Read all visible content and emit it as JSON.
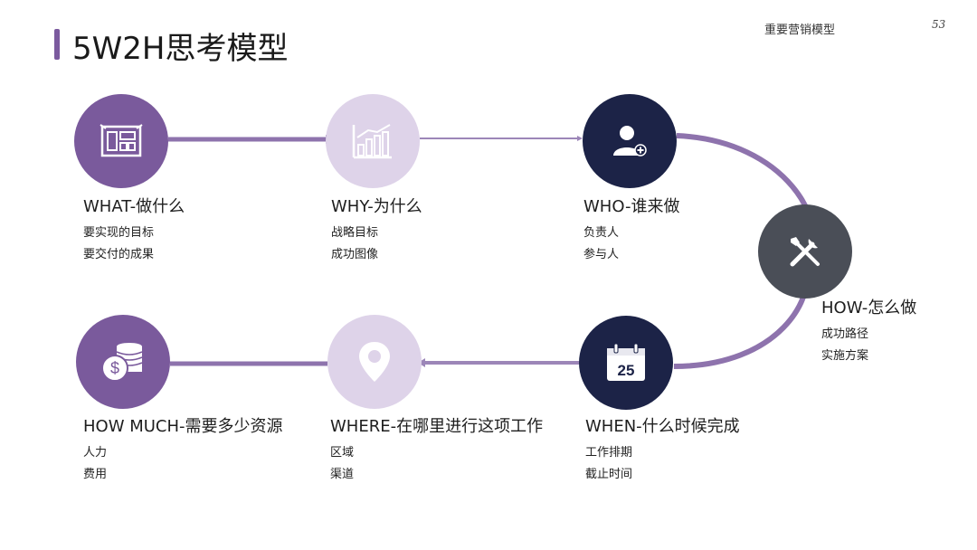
{
  "slide": {
    "title": "5W2H思考模型",
    "section": "重要营销模型",
    "page_number": "53"
  },
  "steps": [
    {
      "id": "what",
      "heading": "WHAT-做什么",
      "lines": [
        "要实现的目标",
        "要交付的成果"
      ],
      "icon": "blueprint-icon",
      "color": "#7a5a9c"
    },
    {
      "id": "why",
      "heading": "WHY-为什么",
      "lines": [
        "战略目标",
        "成功图像"
      ],
      "icon": "growth-chart-icon",
      "color": "#d9cde6"
    },
    {
      "id": "who",
      "heading": "WHO-谁来做",
      "lines": [
        "负责人",
        "参与人"
      ],
      "icon": "add-user-icon",
      "color": "#1c2347"
    },
    {
      "id": "how",
      "heading": "HOW-怎么做",
      "lines": [
        "成功路径",
        "实施方案"
      ],
      "icon": "tools-icon",
      "color": "#4a4e57"
    },
    {
      "id": "when",
      "heading": "WHEN-什么时候完成",
      "lines": [
        "工作排期",
        "截止时间"
      ],
      "icon": "calendar-icon",
      "color": "#1c2347",
      "calendar_day": "25"
    },
    {
      "id": "where",
      "heading": "WHERE-在哪里进行这项工作",
      "lines": [
        "区域",
        "渠道"
      ],
      "icon": "location-pin-icon",
      "color": "#ddd3e8"
    },
    {
      "id": "howmuch",
      "heading": "HOW MUCH-需要多少资源",
      "lines": [
        "人力",
        "费用"
      ],
      "icon": "money-coins-icon",
      "color": "#7a5a9c"
    }
  ],
  "colors": {
    "accent": "#7b5a9e",
    "connector": "#8e73ad",
    "light_connector": "#9c86b8"
  }
}
